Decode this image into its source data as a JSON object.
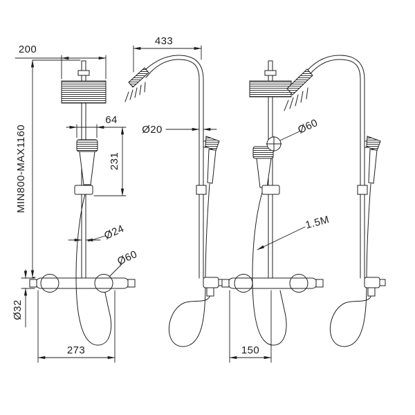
{
  "drawing": {
    "background": "#ffffff",
    "line_color": "#1d1d1d",
    "labels": {
      "dim_200": "200",
      "dim_433": "433",
      "dim_64": "64",
      "dim_231": "231",
      "dia_20": "Ø20",
      "height_range": "MIN800-MAX1160",
      "dia_24": "Ø24",
      "dia_60_front": "Ø60",
      "dia_60_right": "Ø60",
      "dia_32": "Ø32",
      "dim_273": "273",
      "dim_150": "150",
      "hose_length": "1.5M"
    }
  }
}
